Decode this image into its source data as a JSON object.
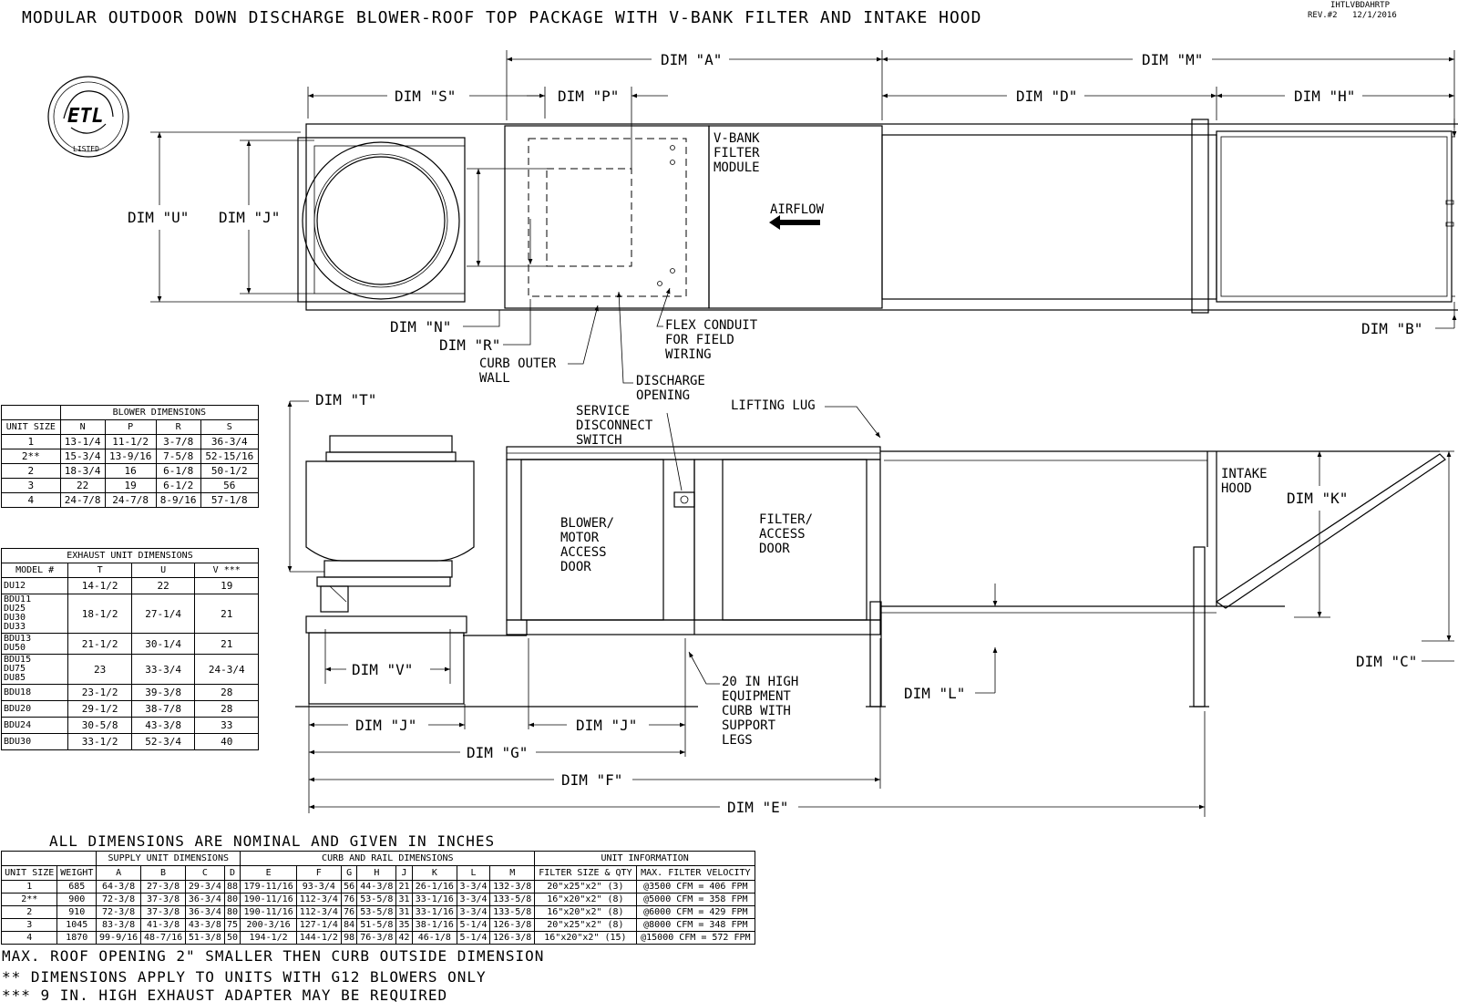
{
  "title": "MODULAR OUTDOOR DOWN DISCHARGE BLOWER-ROOF TOP PACKAGE WITH V-BANK FILTER AND INTAKE HOOD",
  "drawing_id": "IHTLVBDAHRTP",
  "revision": "REV.#2",
  "date": "12/1/2016",
  "logo": {
    "text": "ETL",
    "sub": "LISTED"
  },
  "top_view": {
    "dim_a": "DIM \"A\"",
    "dim_m": "DIM \"M\"",
    "dim_s": "DIM \"S\"",
    "dim_p": "DIM \"P\"",
    "dim_d": "DIM \"D\"",
    "dim_h": "DIM \"H\"",
    "dim_u": "DIM \"U\"",
    "dim_j": "DIM \"J\"",
    "dim_n": "DIM \"N\"",
    "dim_r": "DIM \"R\"",
    "dim_b": "DIM \"B\"",
    "vbank": [
      "V-BANK",
      "FILTER",
      "MODULE"
    ],
    "airflow": "AIRFLOW",
    "curb": [
      "CURB OUTER",
      "WALL"
    ],
    "flex": [
      "FLEX CONDUIT",
      "FOR FIELD",
      "WIRING"
    ],
    "discharge": [
      "DISCHARGE",
      "OPENING"
    ]
  },
  "side_view": {
    "dim_t": "DIM \"T\"",
    "dim_k": "DIM \"K\"",
    "dim_c": "DIM \"C\"",
    "dim_l": "DIM \"L\"",
    "dim_v": "DIM \"V\"",
    "dim_j1": "DIM \"J\"",
    "dim_j2": "DIM \"J\"",
    "dim_g": "DIM \"G\"",
    "dim_f": "DIM \"F\"",
    "dim_e": "DIM \"E\"",
    "service": [
      "SERVICE",
      "DISCONNECT",
      "SWITCH"
    ],
    "lifting": "LIFTING LUG",
    "blower_door": [
      "BLOWER/",
      "MOTOR",
      "ACCESS",
      "DOOR"
    ],
    "filter_door": [
      "FILTER/",
      "ACCESS",
      "DOOR"
    ],
    "intake": [
      "INTAKE",
      "HOOD"
    ],
    "curb_note": [
      "20 IN HIGH",
      "EQUIPMENT",
      "CURB WITH",
      "SUPPORT",
      "LEGS"
    ]
  },
  "blower_table": {
    "title": "BLOWER DIMENSIONS",
    "headers": [
      "UNIT SIZE",
      "N",
      "P",
      "R",
      "S"
    ],
    "rows": [
      [
        "1",
        "13-1/4",
        "11-1/2",
        "3-7/8",
        "36-3/4"
      ],
      [
        "2**",
        "15-3/4",
        "13-9/16",
        "7-5/8",
        "52-15/16"
      ],
      [
        "2",
        "18-3/4",
        "16",
        "6-1/8",
        "50-1/2"
      ],
      [
        "3",
        "22",
        "19",
        "6-1/2",
        "56"
      ],
      [
        "4",
        "24-7/8",
        "24-7/8",
        "8-9/16",
        "57-1/8"
      ]
    ]
  },
  "exhaust_table": {
    "title": "EXHAUST UNIT DIMENSIONS",
    "headers": [
      "MODEL #",
      "T",
      "U",
      "V ***"
    ],
    "rows": [
      {
        "models": [
          "DU12"
        ],
        "t": "14-1/2",
        "u": "22",
        "v": "19"
      },
      {
        "models": [
          "BDU11",
          "DU25",
          "DU30",
          "DU33"
        ],
        "t": "18-1/2",
        "u": "27-1/4",
        "v": "21"
      },
      {
        "models": [
          "BDU13",
          "DU50"
        ],
        "t": "21-1/2",
        "u": "30-1/4",
        "v": "21"
      },
      {
        "models": [
          "BDU15",
          "DU75",
          "DU85"
        ],
        "t": "23",
        "u": "33-3/4",
        "v": "24-3/4"
      },
      {
        "models": [
          "BDU18"
        ],
        "t": "23-1/2",
        "u": "39-3/8",
        "v": "28"
      },
      {
        "models": [
          "BDU20"
        ],
        "t": "29-1/2",
        "u": "38-7/8",
        "v": "28"
      },
      {
        "models": [
          "BDU24"
        ],
        "t": "30-5/8",
        "u": "43-3/8",
        "v": "33"
      },
      {
        "models": [
          "BDU30"
        ],
        "t": "33-1/2",
        "u": "52-3/4",
        "v": "40"
      }
    ]
  },
  "main_table": {
    "heading": "ALL DIMENSIONS ARE NOMINAL AND GIVEN IN INCHES",
    "groups": [
      "SUPPLY UNIT DIMENSIONS",
      "CURB AND RAIL DIMENSIONS",
      "UNIT INFORMATION"
    ],
    "headers": [
      "UNIT SIZE",
      "WEIGHT",
      "A",
      "B",
      "C",
      "D",
      "E",
      "F",
      "G",
      "H",
      "J",
      "K",
      "L",
      "M",
      "FILTER SIZE & QTY",
      "MAX. FILTER VELOCITY"
    ],
    "rows": [
      [
        "1",
        "685",
        "64-3/8",
        "27-3/8",
        "29-3/4",
        "88",
        "179-11/16",
        "93-3/4",
        "56",
        "44-3/8",
        "21",
        "26-1/16",
        "3-3/4",
        "132-3/8",
        "20\"x25\"x2\" (3)",
        "@3500 CFM = 406 FPM"
      ],
      [
        "2**",
        "900",
        "72-3/8",
        "37-3/8",
        "36-3/4",
        "80",
        "190-11/16",
        "112-3/4",
        "76",
        "53-5/8",
        "31",
        "33-1/16",
        "3-3/4",
        "133-5/8",
        "16\"x20\"x2\" (8)",
        "@5000 CFM = 358 FPM"
      ],
      [
        "2",
        "910",
        "72-3/8",
        "37-3/8",
        "36-3/4",
        "80",
        "190-11/16",
        "112-3/4",
        "76",
        "53-5/8",
        "31",
        "33-1/16",
        "3-3/4",
        "133-5/8",
        "16\"x20\"x2\" (8)",
        "@6000 CFM = 429 FPM"
      ],
      [
        "3",
        "1045",
        "83-3/8",
        "41-3/8",
        "43-3/8",
        "75",
        "200-3/16",
        "127-1/4",
        "84",
        "51-5/8",
        "35",
        "38-1/16",
        "5-1/4",
        "126-3/8",
        "20\"x25\"x2\" (8)",
        "@8000 CFM = 348 FPM"
      ],
      [
        "4",
        "1870",
        "99-9/16",
        "48-7/16",
        "51-3/8",
        "50",
        "194-1/2",
        "144-1/2",
        "98",
        "76-3/8",
        "42",
        "46-1/8",
        "5-1/4",
        "126-3/8",
        "16\"x20\"x2\" (15)",
        "@15000 CFM = 572 FPM"
      ]
    ]
  },
  "notes": [
    "MAX. ROOF OPENING 2\" SMALLER THEN CURB OUTSIDE DIMENSION",
    "** DIMENSIONS APPLY TO UNITS WITH G12 BLOWERS ONLY",
    "*** 9 IN. HIGH EXHAUST ADAPTER MAY BE REQUIRED"
  ]
}
